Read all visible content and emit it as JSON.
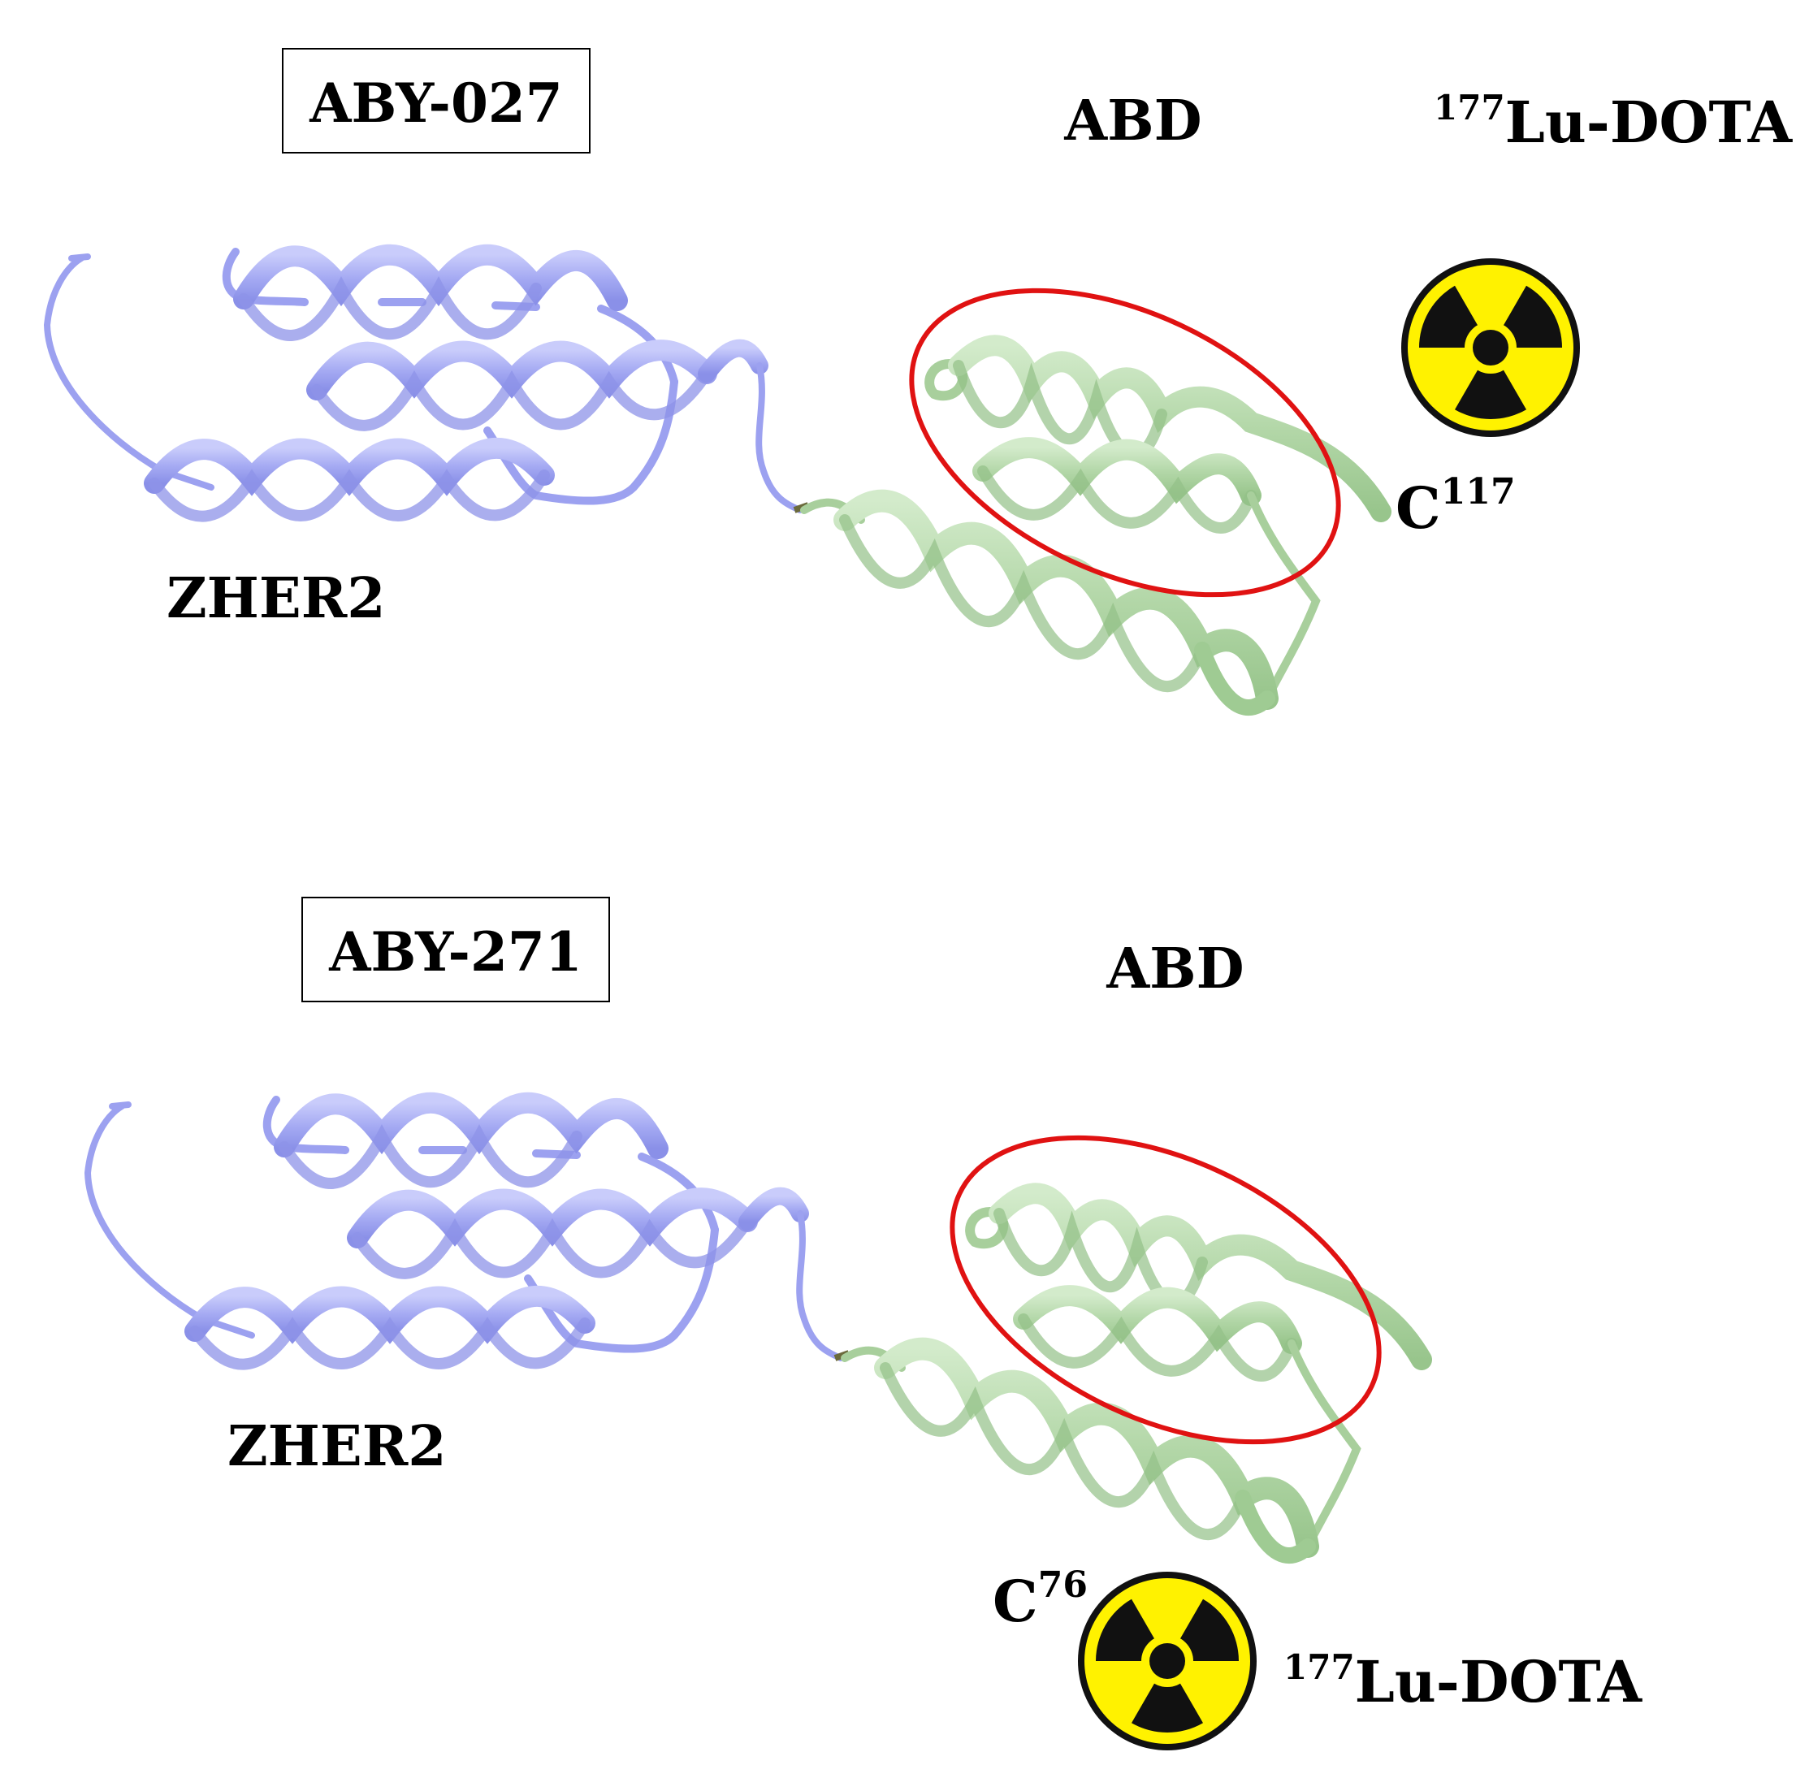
{
  "panels": [
    {
      "construct_name": "ABY-027",
      "affibody_label": "ZHER2",
      "abd_label": "ABD",
      "conjugation_site": {
        "residue": "C",
        "number": "117"
      },
      "radiolabel": {
        "isotope_mass": "177",
        "label": "Lu-DOTA"
      }
    },
    {
      "construct_name": "ABY-271",
      "affibody_label": "ZHER2",
      "abd_label": "ABD",
      "conjugation_site": {
        "residue": "C",
        "number": "76"
      },
      "radiolabel": {
        "isotope_mass": "177",
        "label": "Lu-DOTA"
      }
    }
  ],
  "icons": {
    "radiation": "radiation-trefoil-icon"
  },
  "colors": {
    "zher2_ribbon": "#a9aef5",
    "zher2_ribbon_edge": "#7f86e6",
    "abd_ribbon": "#b4d8aa",
    "abd_ribbon_edge": "#8fbf84",
    "binding_site_ellipse": "#e01212",
    "radiation_yellow": "#fff200",
    "radiation_black": "#111111",
    "linker": "#6b6a3c"
  }
}
